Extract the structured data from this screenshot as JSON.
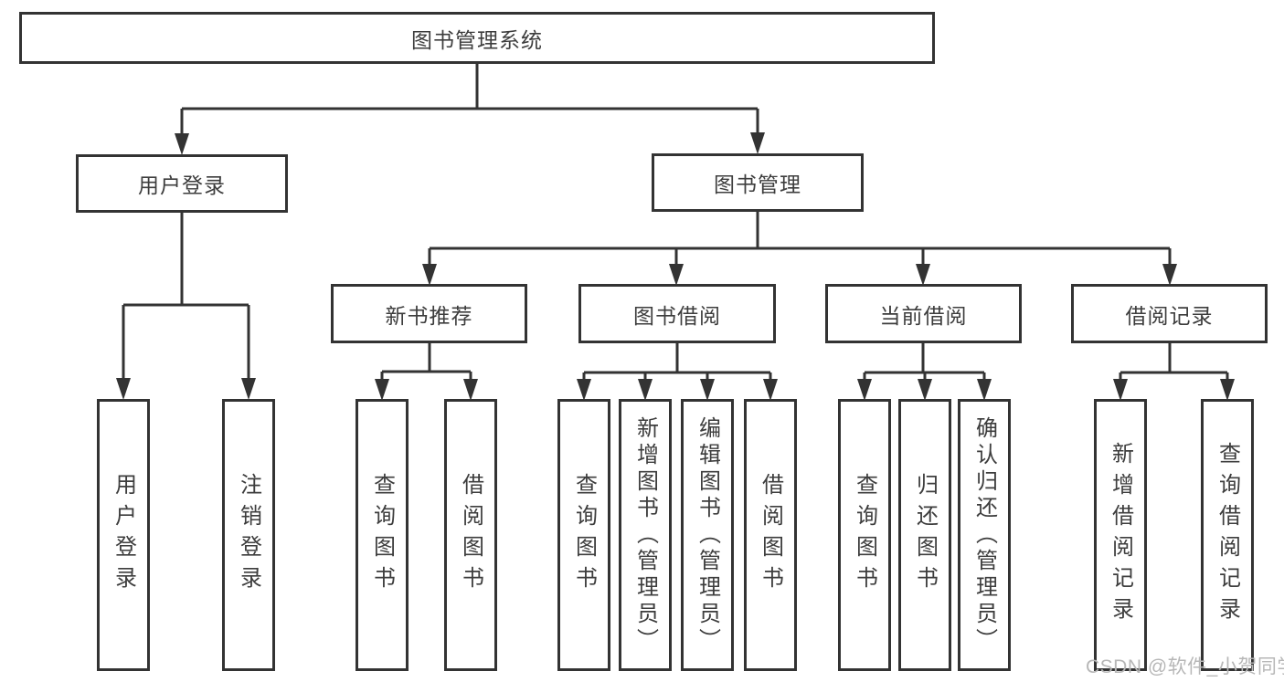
{
  "diagram": {
    "title": "图书管理系统",
    "root": {
      "label": "图书管理系统"
    },
    "level2": [
      {
        "id": "user-login",
        "label": "用户登录"
      },
      {
        "id": "book-management",
        "label": "图书管理"
      }
    ],
    "level3": [
      {
        "id": "new-book-recommend",
        "label": "新书推荐"
      },
      {
        "id": "book-borrowing",
        "label": "图书借阅"
      },
      {
        "id": "current-borrowing",
        "label": "当前借阅"
      },
      {
        "id": "borrowing-records",
        "label": "借阅记录"
      }
    ],
    "level4": [
      {
        "id": "user-login-leaf",
        "parent": "user-login",
        "label": "用户登录"
      },
      {
        "id": "logout",
        "parent": "user-login",
        "label": "注销登录"
      },
      {
        "id": "query-books-1",
        "parent": "new-book-recommend",
        "label": "查询图书"
      },
      {
        "id": "borrow-books-1",
        "parent": "new-book-recommend",
        "label": "借阅图书"
      },
      {
        "id": "query-books-2",
        "parent": "book-borrowing",
        "label": "查询图书"
      },
      {
        "id": "add-books-admin",
        "parent": "book-borrowing",
        "label": "新增图书（管理员）"
      },
      {
        "id": "edit-books-admin",
        "parent": "book-borrowing",
        "label": "编辑图书（管理员）"
      },
      {
        "id": "borrow-books-2",
        "parent": "book-borrowing",
        "label": "借阅图书"
      },
      {
        "id": "query-books-3",
        "parent": "current-borrowing",
        "label": "查询图书"
      },
      {
        "id": "return-books",
        "parent": "current-borrowing",
        "label": "归还图书"
      },
      {
        "id": "confirm-return-admin",
        "parent": "current-borrowing",
        "label": "确认归还（管理员）"
      },
      {
        "id": "add-borrow-record",
        "parent": "borrowing-records",
        "label": "新增借阅记录"
      },
      {
        "id": "query-borrow-record",
        "parent": "borrowing-records",
        "label": "查询借阅记录"
      }
    ],
    "watermark": "CSDN @软件_小贺同学",
    "colors": {
      "line": "#333333",
      "box_border": "#333333",
      "text": "#3d3d3d",
      "watermark": "#b7b7b7",
      "background": "#ffffff"
    }
  }
}
